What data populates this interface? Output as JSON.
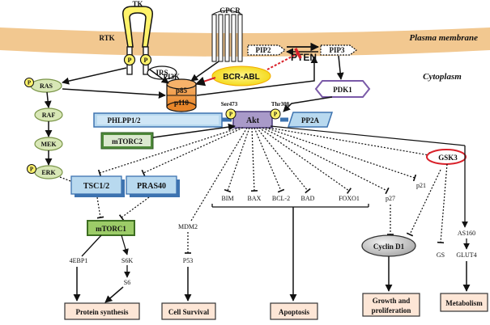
{
  "colors": {
    "membrane": "#f2c890",
    "node_green": "#d8e7b6",
    "node_green_border": "#7a9548",
    "blue_box": "#b8d9ef",
    "blue_box_border": "#3d73b0",
    "akt_fill": "#a99ac9",
    "dark_green": "#4f8a3a",
    "mtorc1_fill": "#9ccc68",
    "peach": "#fde6d6",
    "p_circle": "#fff36a",
    "bcr_abl": "#f2d60c",
    "red": "#d9212a",
    "pi3k_fill": "#f39b3c",
    "cyclin_fill": "#c9c9c9"
  },
  "membrane": {
    "plasma_membrane": "Plasma membrane",
    "cytoplasm": "Cytoplasm"
  },
  "receptors": {
    "tk": "TK",
    "rtk": "RTK",
    "gpcr": "GPCR",
    "irs": "IRS"
  },
  "phospho": "P",
  "lipids": {
    "pip2": "PIP2",
    "pip3": "PIP3",
    "pten": "PTEN"
  },
  "kinases": {
    "bcr_abl": "BCR-ABL",
    "pi3k": "PI3K",
    "p85": "p85",
    "p110": "p110",
    "pdk1": "PDK1",
    "phlpp": "PHLPP1/2",
    "akt": "Akt",
    "pp2a": "PP2A",
    "mtorc2": "mTORC2",
    "ser473": "Ser473",
    "thr308": "Thr308",
    "gsk3": "GSK3"
  },
  "mapk": {
    "ras": "RAS",
    "raf": "RAF",
    "mek": "MEK",
    "erk": "ERK"
  },
  "mtor": {
    "tsc": "TSC1/2",
    "pras40": "PRAS40",
    "mtorc1": "mTORC1",
    "ebp1": "4EBP1",
    "s6k": "S6K",
    "s6": "S6"
  },
  "targets": {
    "mdm2": "MDM2",
    "p53": "P53",
    "bim": "BIM",
    "bax": "BAX",
    "bcl2": "BCL-2",
    "bad": "BAD",
    "foxo1": "FOXO1",
    "p27": "p27",
    "p21": "p21",
    "cyclin_d1": "Cyclin D1",
    "gs": "GS",
    "as160": "AS160",
    "glut4": "GLUT4"
  },
  "outcomes": {
    "protein_synthesis": "Protein synthesis",
    "cell_survival": "Cell Survival",
    "apoptosis": "Apoptosis",
    "growth_line1": "Growth and",
    "growth_line2": "proliferation",
    "metabolism": "Metabolism"
  }
}
